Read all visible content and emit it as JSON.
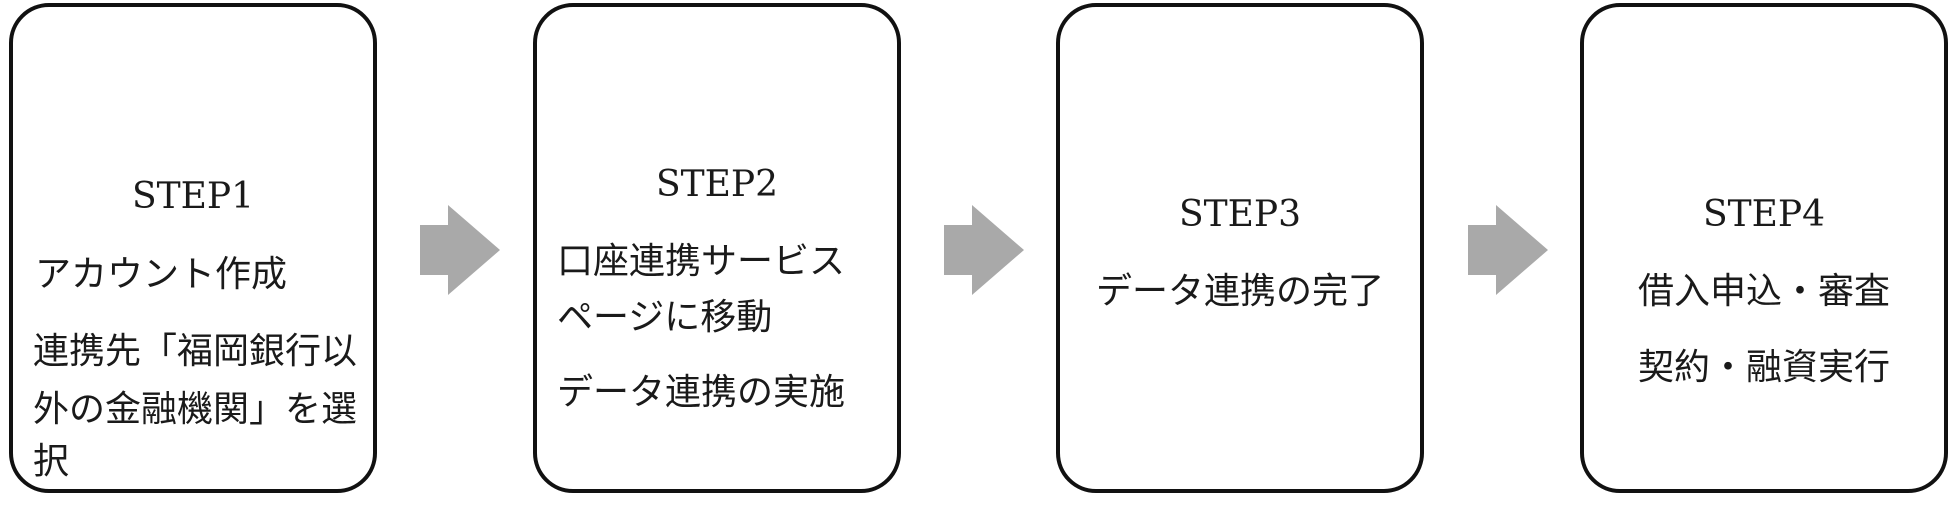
{
  "steps": [
    {
      "title": "STEP1",
      "lines": [
        "アカウント作成",
        "連携先「福岡銀行以",
        "外の金融機関」を選",
        "択"
      ]
    },
    {
      "title": "STEP2",
      "lines": [
        "口座連携サービス",
        "ページに移動",
        "データ連携の実施"
      ]
    },
    {
      "title": "STEP3",
      "lines": [
        "データ連携の完了"
      ]
    },
    {
      "title": "STEP4",
      "lines": [
        "借入申込・審査",
        "契約・融資実行"
      ]
    }
  ],
  "colors": {
    "box_border": "#111111",
    "arrow_fill": "#a9a9a9",
    "text": "#1a1a1a"
  },
  "icons": {
    "arrow": "right-arrow-icon"
  }
}
